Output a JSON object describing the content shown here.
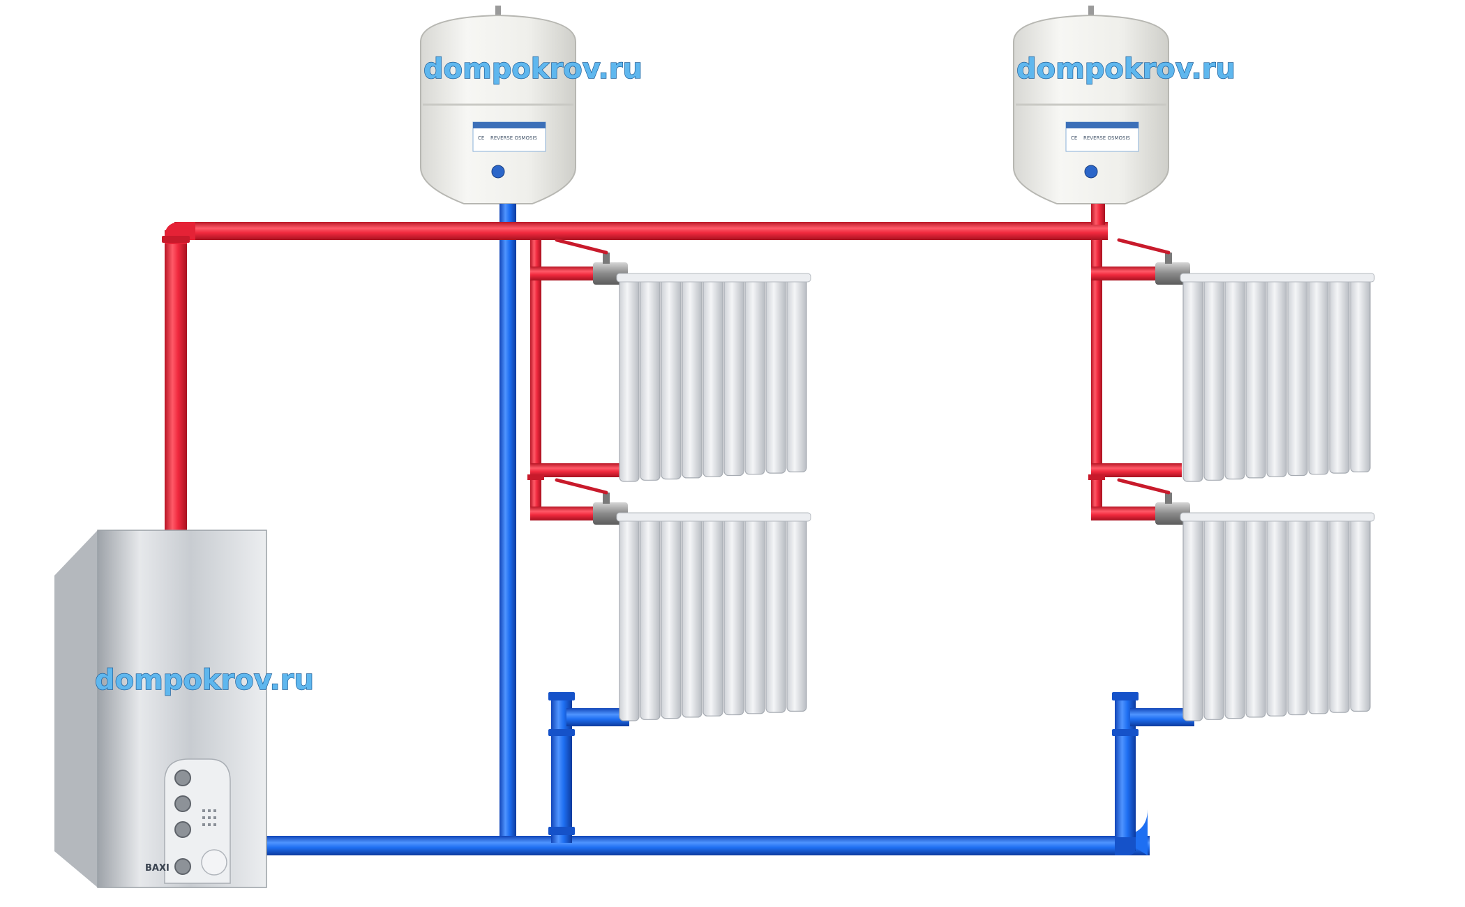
{
  "watermarks": {
    "tank_left": "dompokrov.ru",
    "tank_right": "dompokrov.ru",
    "boiler": "dompokrov.ru"
  },
  "tank_label": {
    "title": "REVERSE OSMOSIS",
    "ce": "CE"
  },
  "boiler_brand": "BAXI",
  "colors": {
    "supply_pipe": "#f0293e",
    "return_pipe": "#1e6ff2",
    "radiator": "#e4e6ea",
    "boiler_body": "#c9cdd2"
  }
}
